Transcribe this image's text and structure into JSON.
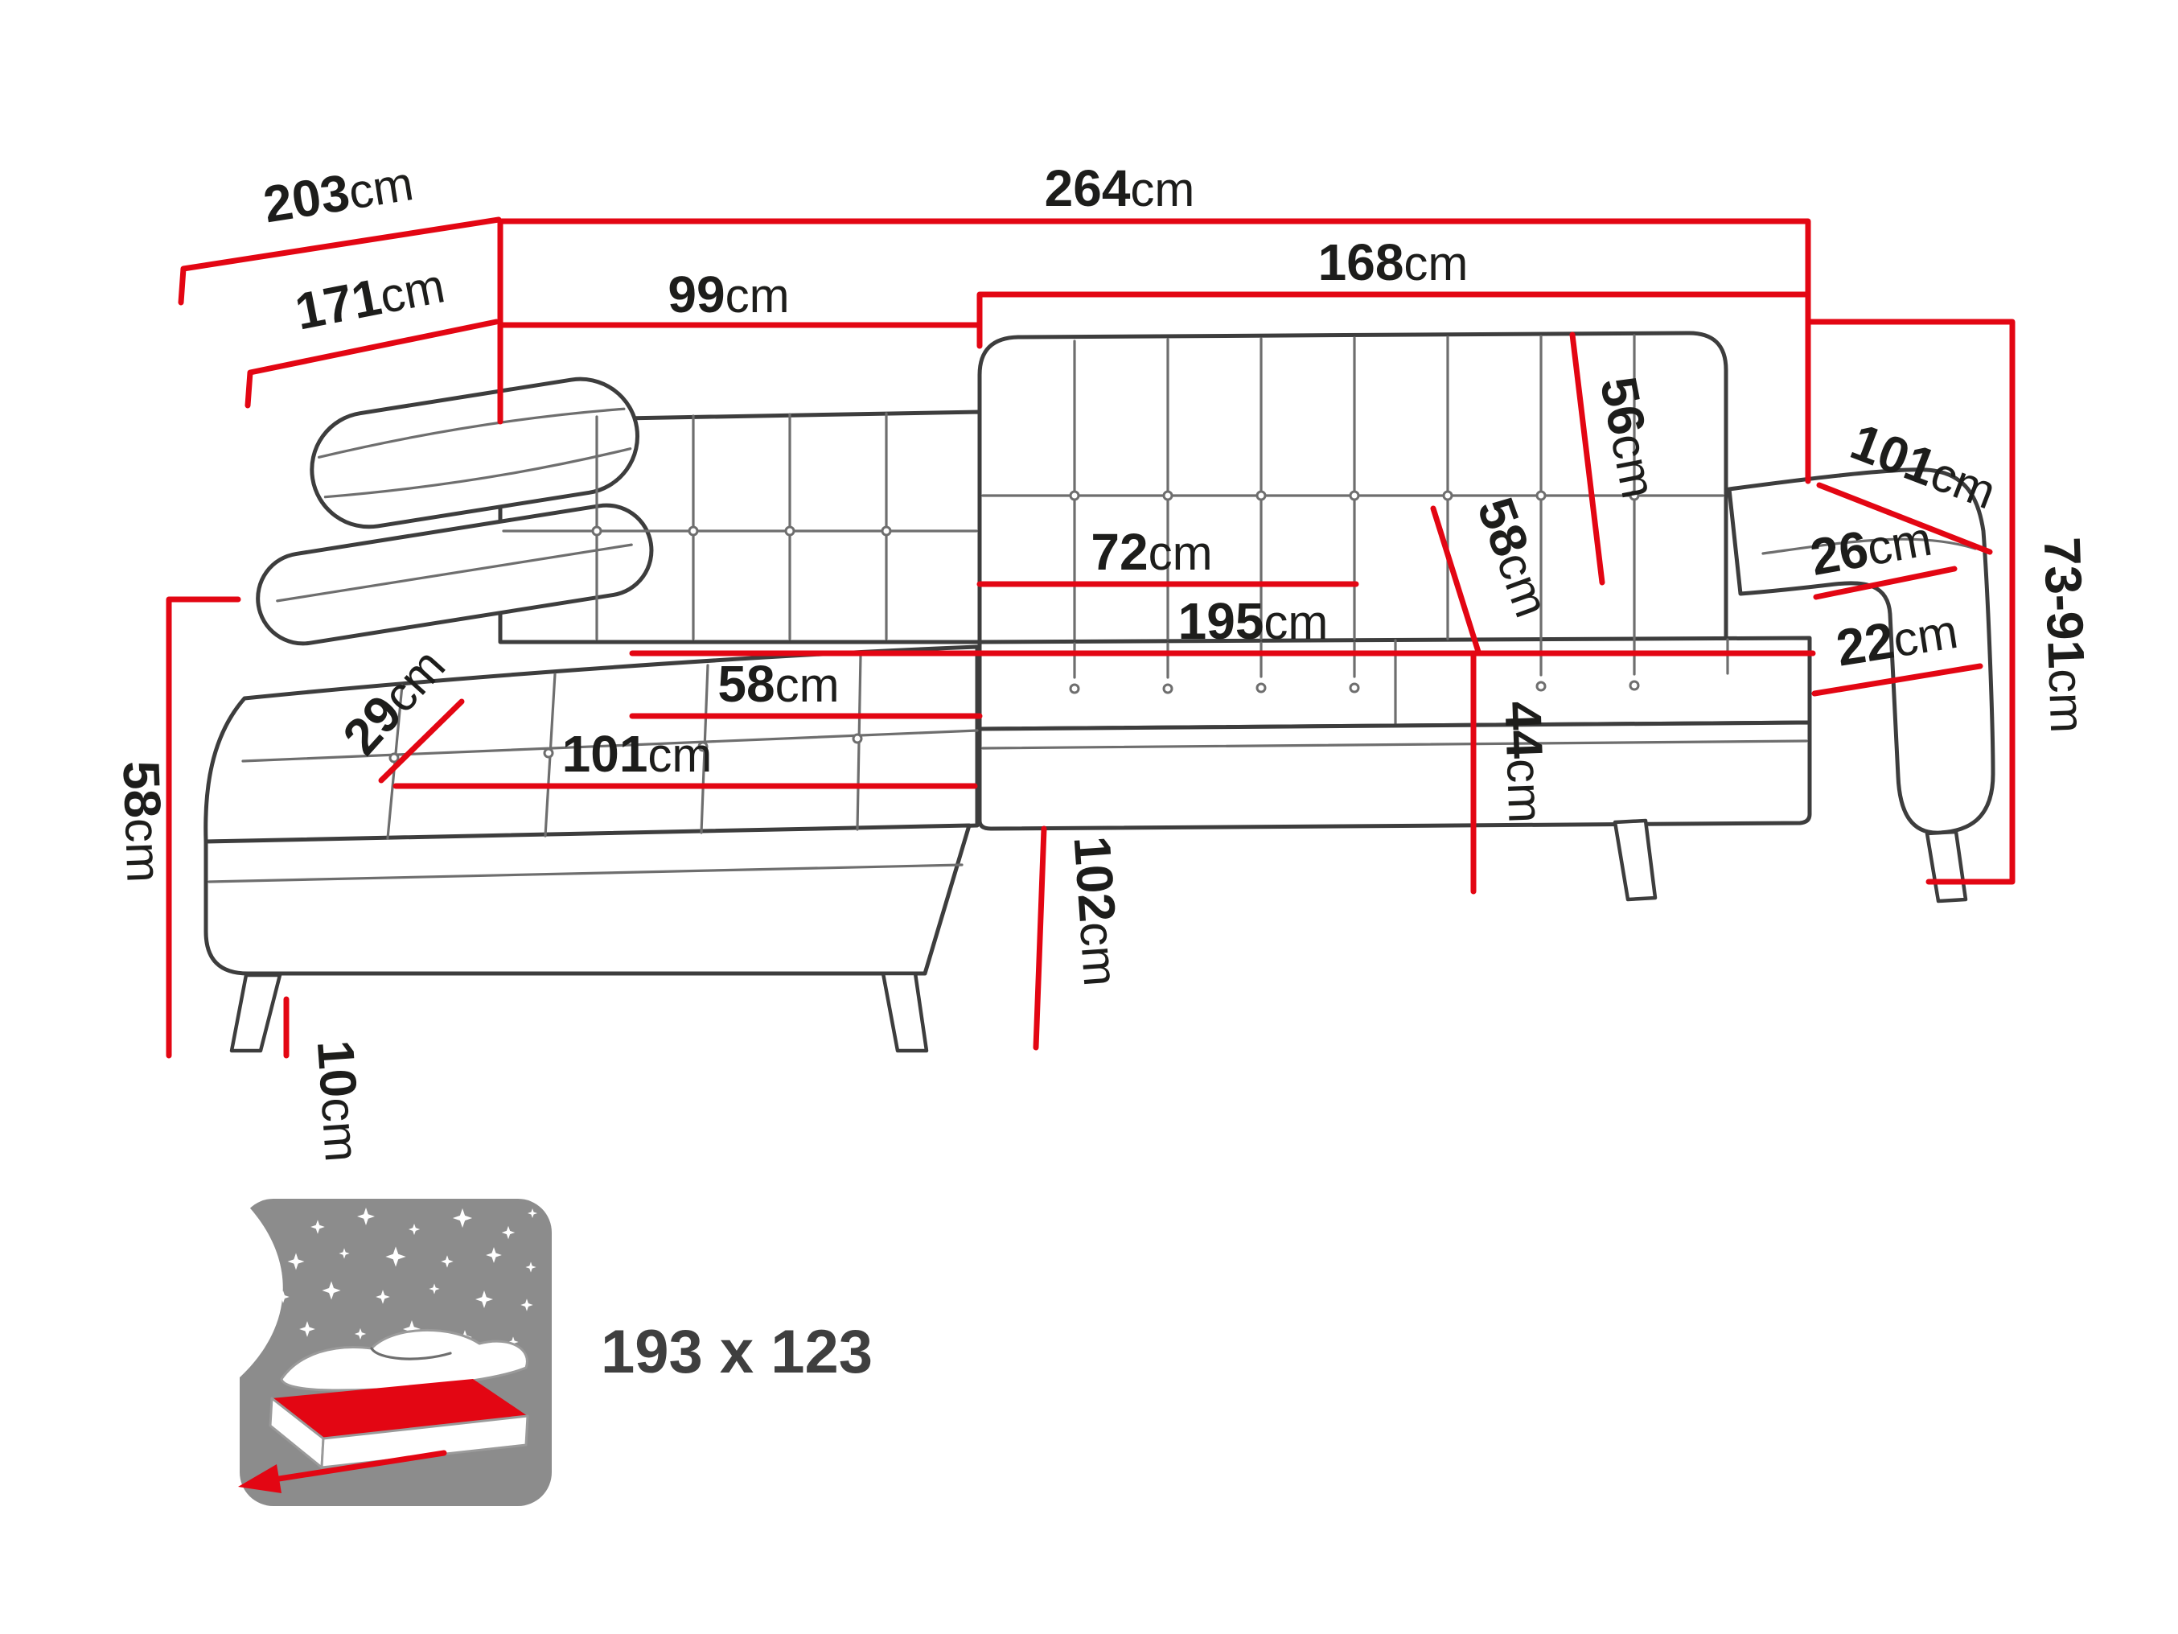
{
  "colors": {
    "dimension_red": "#e30613",
    "sofa_outline": "#3d3d3d",
    "icon_gray": "#8c8c8c",
    "label_dark": "#1d1d1b"
  },
  "dimensions": {
    "total_width": {
      "value": "264",
      "unit": "cm"
    },
    "back_width_right": {
      "value": "168",
      "unit": "cm"
    },
    "back_width_left": {
      "value": "99",
      "unit": "cm"
    },
    "total_depth": {
      "value": "203",
      "unit": "cm"
    },
    "inner_depth": {
      "value": "171",
      "unit": "cm"
    },
    "backrest_height": {
      "value": "56",
      "unit": "cm"
    },
    "armrest_right_length": {
      "value": "101",
      "unit": "cm"
    },
    "armrest_right_top_width": {
      "value": "26",
      "unit": "cm"
    },
    "height_range": {
      "value": "73-91",
      "unit": "cm"
    },
    "seat_cushion_width": {
      "value": "72",
      "unit": "cm"
    },
    "back_cushion_height": {
      "value": "58",
      "unit": "cm"
    },
    "seat_length": {
      "value": "195",
      "unit": "cm"
    },
    "armrest_right_width": {
      "value": "22",
      "unit": "cm"
    },
    "chaise_seat_depth": {
      "value": "58",
      "unit": "cm"
    },
    "armrest_left_width": {
      "value": "29",
      "unit": "cm"
    },
    "chaise_seat_length": {
      "value": "101",
      "unit": "cm"
    },
    "seat_height_front": {
      "value": "44",
      "unit": "cm"
    },
    "side_height": {
      "value": "58",
      "unit": "cm"
    },
    "chaise_front_height": {
      "value": "102",
      "unit": "cm"
    },
    "leg_height": {
      "value": "10",
      "unit": "cm"
    }
  },
  "sleeping_function": {
    "icon": "bed-night-stars-icon",
    "size_label": "193 x 123"
  }
}
